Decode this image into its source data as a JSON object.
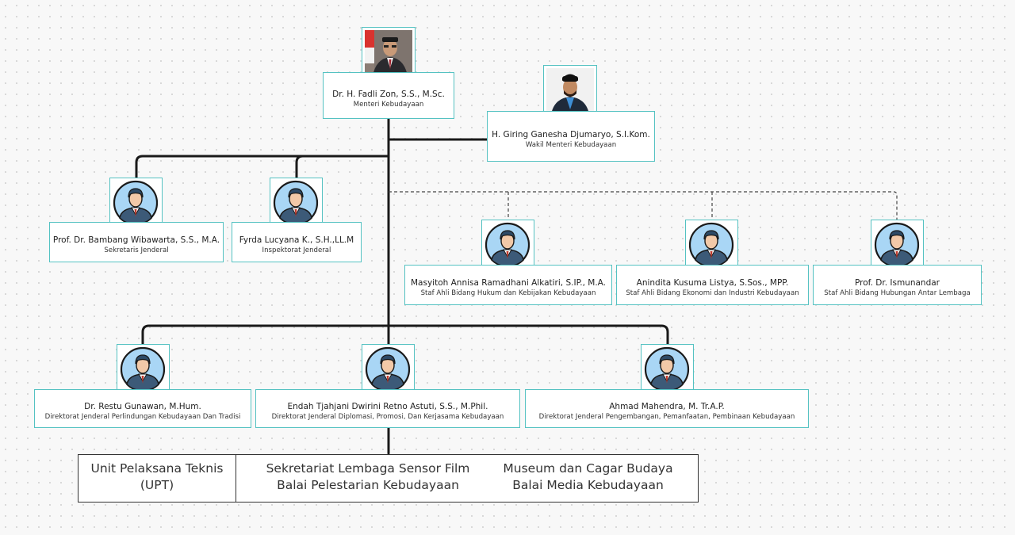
{
  "minister": {
    "name": "Dr. H. Fadli Zon, S.S., M.Sc.",
    "role": "Menteri Kebudayaan",
    "photo_icon": "minister-photo-icon"
  },
  "vice_minister": {
    "name": "H. Giring Ganesha Djumaryo, S.I.Kom.",
    "role": "Wakil Menteri Kebudayaan",
    "photo_icon": "vice-minister-photo-icon"
  },
  "sekjen": {
    "name": "Prof. Dr. Bambang Wibawarta, S.S., M.A.",
    "role": "Sekretaris Jenderal"
  },
  "irjen": {
    "name": "Fyrda Lucyana K., S.H.,LL.M",
    "role": "Inspektorat Jenderal"
  },
  "staf_ahli": [
    {
      "name": "Masyitoh Annisa Ramadhani Alkatiri, S.IP., M.A.",
      "role": "Staf Ahli Bidang Hukum dan Kebijakan Kebudayaan"
    },
    {
      "name": "Anindita Kusuma Listya, S.Sos., MPP.",
      "role": "Staf Ahli Bidang Ekonomi dan Industri Kebudayaan"
    },
    {
      "name": "Prof. Dr. Ismunandar",
      "role": "Staf Ahli Bidang Hubungan Antar Lembaga"
    }
  ],
  "dirjen": [
    {
      "name": "Dr. Restu Gunawan, M.Hum.",
      "role": "Direktorat Jenderal Perlindungan Kebudayaan Dan Tradisi"
    },
    {
      "name": "Endah Tjahjani Dwirini Retno Astuti, S.S., M.Phil.",
      "role": "Direktorat Jenderal Diplomasi, Promosi,  Dan Kerjasama Kebudayaan"
    },
    {
      "name": "Ahmad Mahendra, M. Tr.A.P.",
      "role": "Direktorat Jenderal Pengembangan, Pemanfaatan, Pembinaan Kebudayaan"
    }
  ],
  "upt": {
    "title_line1": "Unit Pelaksana Teknis",
    "title_line2": "(UPT)",
    "col2_line1": "Sekretariat Lembaga Sensor Film",
    "col2_line2": "Balai Pelestarian Kebudayaan",
    "col3_line1": "Museum dan Cagar Budaya",
    "col3_line2": "Balai Media Kebudayaan"
  },
  "colors": {
    "border": "#55c2c2",
    "line": "#1a1a1a",
    "avatar_bg": "#a9d6f5",
    "suit": "#3c5a78",
    "tie": "#c0392b",
    "hair": "#2d4a66"
  }
}
